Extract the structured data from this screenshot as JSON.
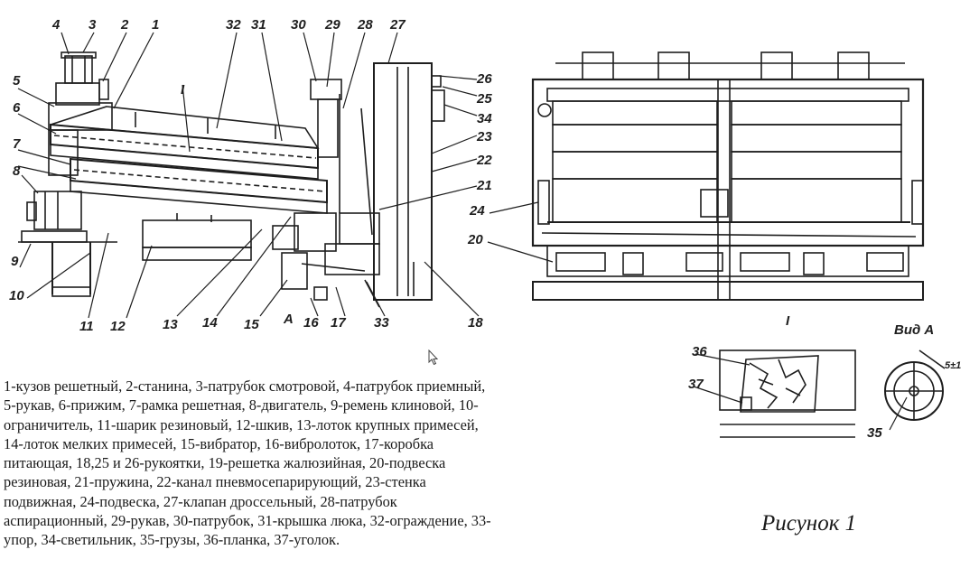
{
  "callouts": {
    "n1": "1",
    "n2": "2",
    "n3": "3",
    "n4": "4",
    "n5": "5",
    "n6": "6",
    "n7": "7",
    "n8": "8",
    "n9": "9",
    "n10": "10",
    "n11": "11",
    "n12": "12",
    "n13": "13",
    "n14": "14",
    "n15": "15",
    "n16": "16",
    "n17": "17",
    "n18": "18",
    "n20": "20",
    "n21": "21",
    "n22": "22",
    "n23": "23",
    "n24": "24",
    "n25": "25",
    "n26": "26",
    "n27": "27",
    "n28": "28",
    "n29": "29",
    "n30": "30",
    "n31": "31",
    "n32": "32",
    "n33": "33",
    "n34": "34",
    "n35": "35",
    "n36": "36",
    "n37": "37",
    "view_a_marker": "A",
    "detail_i": "I",
    "detail_i_title": "I",
    "view_a_title": "Вид А",
    "dim_label": "5±1"
  },
  "legend_lines": [
    "1-кузов решетный, 2-станина, 3-патрубок смотровой, 4-патрубок приемный,",
    "5-рукав, 6-прижим, 7-рамка решетная, 8-двигатель, 9-ремень клиновой, 10-",
    "ограничитель, 11-шарик резиновый, 12-шкив, 13-лоток крупных примесей,",
    "14-лоток мелких примесей, 15-вибратор, 16-вибролоток, 17-коробка",
    "питающая, 18,25 и 26-рукоятки, 19-решетка жалюзийная, 20-подвеска",
    "резиновая, 21-пружина, 22-канал пневмосепарирующий, 23-стенка",
    "подвижная, 24-подвеска, 27-клапан дроссельный, 28-патрубок",
    "аспирационный, 29-рукав, 30-патрубок, 31-крышка люка, 32-ограждение, 33-",
    "упор, 34-светильник, 35-грузы, 36-планка, 37-уголок."
  ],
  "caption": "Рисунок 1"
}
